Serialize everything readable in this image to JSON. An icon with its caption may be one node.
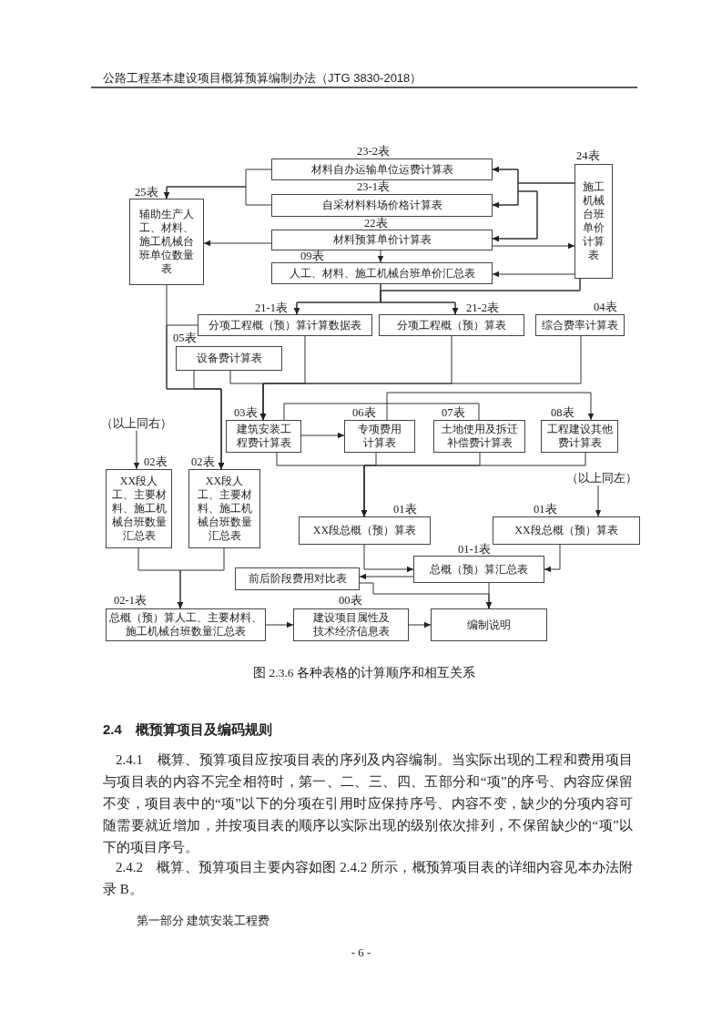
{
  "diagram": {
    "caption": "图 2.3.6 各种表格的计算顺序和相互关系",
    "nodes": [
      {
        "text": [
          "23-2表",
          "材料自办运输单位运费计算表"
        ]
      },
      {
        "text": [
          "23-1表",
          "自采材料料场价格计算表"
        ]
      },
      {
        "text": [
          "22表",
          "材料预算单价计算表"
        ]
      },
      {
        "text": [
          "09表",
          "人工、材料、施工机械台班单价汇总表"
        ]
      },
      {
        "text": [
          "24表",
          "施工机械台班单价计算表"
        ]
      },
      {
        "text": [
          "25表",
          "辅助生产人工、材料、施工机械台班单位数量表"
        ]
      },
      {
        "text": [
          "21-1表",
          "分项工程概（预）算计算数据表"
        ]
      },
      {
        "text": [
          "21-2表",
          "分项工程概（预）算表"
        ]
      },
      {
        "text": [
          "04表",
          "综合费率计算表"
        ]
      },
      {
        "text": [
          "05表",
          "设备费计算表"
        ]
      },
      {
        "text": [
          "03表",
          "建筑安装工程费计算表"
        ]
      },
      {
        "text": [
          "06表",
          "专项费用计算表"
        ]
      },
      {
        "text": [
          "07表",
          "土地使用及拆迁补偿费计算表"
        ]
      },
      {
        "text": [
          "08表",
          "工程建设其他费计算表"
        ]
      },
      {
        "text": [
          "（以上同右）"
        ]
      },
      {
        "text": [
          "02表",
          "XX段人工、主要材料、施工机械台班数量汇总表"
        ]
      },
      {
        "text": [
          "02表",
          "XX段人工、主要材料、施工机械台班数量汇总表"
        ]
      },
      {
        "text": [
          "（以上同左）"
        ]
      },
      {
        "text": [
          "01表",
          "XX段总概（预）算表"
        ]
      },
      {
        "text": [
          "01表",
          "XX段总概（预）算表"
        ]
      },
      {
        "text": [
          "01-1表",
          "总概（预）算汇总表"
        ]
      },
      {
        "text": [
          "前后阶段费用对比表"
        ]
      },
      {
        "text": [
          "02-1表",
          "总概（预）算人工、主要材料、施工机械台班数量汇总表"
        ]
      },
      {
        "text": [
          "00表",
          "建设项目属性及技术经济信息表"
        ]
      },
      {
        "text": [
          "编制说明"
        ]
      }
    ],
    "edges": [
      {
        "from": 0,
        "to": 5,
        "arrow": "to"
      },
      {
        "from": 1,
        "to": 5,
        "arrow": "to"
      },
      {
        "from": 4,
        "to": 0,
        "arrow": "to"
      },
      {
        "from": 4,
        "to": 1,
        "arrow": "to"
      },
      {
        "from": 2,
        "to": 1,
        "arrow": "both"
      },
      {
        "from": 2,
        "to": 0,
        "arrow": "both"
      },
      {
        "from": 2,
        "to": 5,
        "arrow": "to"
      },
      {
        "from": 2,
        "to": 4,
        "arrow": "to"
      },
      {
        "from": 2,
        "to": 3,
        "arrow": "to"
      },
      {
        "from": 4,
        "to": 3,
        "arrow": "to"
      },
      {
        "from": 3,
        "to": 6,
        "arrow": "to"
      },
      {
        "from": 3,
        "to": 7,
        "arrow": "to"
      },
      {
        "from": 4,
        "to": 6,
        "arrow": "to"
      },
      {
        "from": 4,
        "to": 7,
        "arrow": "to"
      },
      {
        "from": 5,
        "to": 16,
        "arrow": "to"
      },
      {
        "from": 6,
        "to": 16,
        "arrow": "to"
      },
      {
        "from": 9,
        "to": 16,
        "arrow": "to"
      },
      {
        "from": 6,
        "to": 10,
        "arrow": "to"
      },
      {
        "from": 7,
        "to": 10,
        "arrow": "to"
      },
      {
        "from": 8,
        "to": 10,
        "arrow": "to"
      },
      {
        "from": 9,
        "to": 10,
        "arrow": "to"
      },
      {
        "from": 10,
        "to": 11,
        "arrow": "to"
      },
      {
        "from": 10,
        "to": 12,
        "arrow": "none"
      },
      {
        "from": 11,
        "to": 13,
        "arrow": "to"
      },
      {
        "from": 10,
        "to": 18,
        "arrow": "to"
      },
      {
        "from": 11,
        "to": 18,
        "arrow": "to"
      },
      {
        "from": 12,
        "to": 18,
        "arrow": "to"
      },
      {
        "from": 13,
        "to": 18,
        "arrow": "to"
      },
      {
        "from": 14,
        "to": 15,
        "arrow": "to"
      },
      {
        "from": 17,
        "to": 19,
        "arrow": "to"
      },
      {
        "from": 18,
        "to": 20,
        "arrow": "to"
      },
      {
        "from": 19,
        "to": 20,
        "arrow": "to"
      },
      {
        "from": 20,
        "to": 21,
        "arrow": "to"
      },
      {
        "from": 20,
        "to": 24,
        "arrow": "to"
      },
      {
        "from": 21,
        "to": 24,
        "arrow": "to"
      },
      {
        "from": 15,
        "to": 22,
        "arrow": "to"
      },
      {
        "from": 16,
        "to": 22,
        "arrow": "to"
      },
      {
        "from": 22,
        "to": 23,
        "arrow": "to"
      },
      {
        "from": 23,
        "to": 24,
        "arrow": "to"
      }
    ],
    "labels": [
      "公路工程基本建设项目概算预算编制办法（JTG 3830-2018）",
      "2.4　概预算项目及编码规则",
      "2.4.1　概算、预算项目应按项目表的序列及内容编制。当实际出现的工程和费用项目与项目表的内容不完全相符时，第一、二、三、四、五部分和“项”的序号、内容应保留不变，项目表中的“项”以下的分项在引用时应保持序号、内容不变，缺少的分项内容可随需要就近增加，并按项目表的顺序以实际出现的级别依次排列，不保留缺少的“项”以下的项目序号。",
      "2.4.2　概算、预算项目主要内容如图 2.4.2 所示，概预算项目表的详细内容见本办法附录 B。",
      "第一部分  建筑安装工程费",
      "- 6 -"
    ]
  }
}
